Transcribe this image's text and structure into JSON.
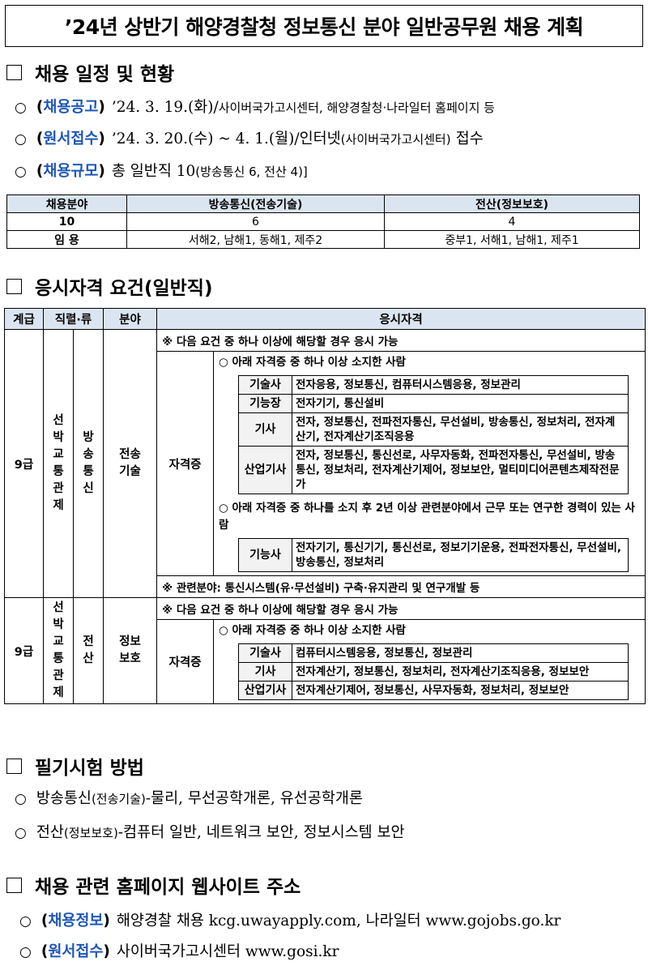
{
  "title": "’24년 상반기 해양경찰청 정보통신 분야 일반공무원 채용 계획",
  "sections": {
    "schedule": "채용 일정 및 현황",
    "qualification": "응시자격 요건(일반직)",
    "exam": "필기시험 방법",
    "websites": "채용 관련 홈페이지 웹사이트 주소"
  },
  "bullet_symbol": "○",
  "schedule_items": [
    {
      "open": "(",
      "tag": "채용공고",
      "close": ")",
      "text": "’24. 3. 19.(화)/",
      "small": "사이버국가고시센터, 해양경찰청·나라일터 홈페이지 등"
    },
    {
      "open": "(",
      "tag": "원서접수",
      "close": ")",
      "text": "’24. 3. 20.(수) ~ 4. 1.(월)/인터넷",
      "small": "(사이버국가고시센터)",
      "tail": "접수"
    },
    {
      "open": "(",
      "tag": "채용규모",
      "close": ")",
      "text": "총 일반직 10",
      "small": "(방송통신 6, 전산 4)]"
    }
  ],
  "table1": {
    "headers": [
      "채용분야",
      "방송통신(전송기술)",
      "전산(정보보호)"
    ],
    "row1": [
      "10",
      "6",
      "4"
    ],
    "row2": [
      "임 용",
      "서해2, 남해1, 동해1, 제주2",
      "중부1, 서해1, 남해1, 제주1"
    ]
  },
  "table2": {
    "headers": [
      "계급",
      "직렬·류",
      "분야",
      "응시자격"
    ],
    "row1": {
      "grade": "9급",
      "series": "선박교통관제",
      "class": "방송통신",
      "field": "전송기술",
      "qual_label": "자격증",
      "note_top": "※ 다음 요건 중 하나 이상에 해당할 경우 응시 가능",
      "cond1": "○ 아래 자격증 중 하나 이상 소지한 사람",
      "certs1": [
        {
          "k": "기술사",
          "v": "전자응용, 정보통신, 컴퓨터시스템응용, 정보관리"
        },
        {
          "k": "기능장",
          "v": "전자기기, 통신설비"
        },
        {
          "k": "기사",
          "v": "전자, 정보통신, 전파전자통신, 무선설비, 방송통신, 정보처리, 전자계산기, 전자계산기조직응용"
        },
        {
          "k": "산업기사",
          "v": "전자, 정보통신, 통신선로, 사무자동화, 전파전자통신, 무선설비, 방송통신, 정보처리, 전자계산기제어, 정보보안, 멀티미디어콘텐츠제작전문가"
        }
      ],
      "cond2": "○ 아래 자격증 중 하나를 소지 후 2년 이상 관련분야에서 근무 또는 연구한 경력이 있는 사람",
      "certs2": [
        {
          "k": "기능사",
          "v": "전자기기, 통신기기, 통신선로, 정보기기운용, 전파전자통신, 무선설비, 방송통신, 정보처리"
        }
      ],
      "note_bottom": "※ 관련분야: 통신시스템(유·무선설비) 구축·유지관리 및 연구개발 등"
    },
    "row2": {
      "grade": "9급",
      "series": "선박교통관제",
      "class": "전산",
      "field": "정보보호",
      "qual_label": "자격증",
      "note_top": "※ 다음 요건 중 하나 이상에 해당할 경우 응시 가능",
      "cond1": "○ 아래 자격증 중 하나 이상 소지한 사람",
      "certs1": [
        {
          "k": "기술사",
          "v": "컴퓨터시스템응용, 정보통신, 정보관리"
        },
        {
          "k": "기사",
          "v": "전자계산기, 정보통신, 정보처리, 전자계산기조직응용, 정보보안"
        },
        {
          "k": "산업기사",
          "v": "전자계산기제어, 정보통신, 사무자동화, 정보처리, 정보보안"
        }
      ]
    }
  },
  "exam_items": [
    {
      "pre": "방송통신",
      "small": "(전송기술)",
      "post": "-물리, 무선공학개론, 유선공학개론"
    },
    {
      "pre": "전산",
      "small": "(정보보호)",
      "post": "-컴퓨터 일반, 네트워크 보안, 정보시스템 보안"
    }
  ],
  "web_items": [
    {
      "open": "(",
      "tag": "채용정보",
      "close": ")",
      "text": "해양경찰 채용 kcg.uwayapply.com, 나라일터 www.gojobs.go.kr"
    },
    {
      "open": "(",
      "tag": "원서접수",
      "close": ")",
      "text": "사이버국가고시센터 www.gosi.kr"
    }
  ],
  "colors": {
    "accent": "#1f57b8",
    "header_bg": "#dbe5f1"
  }
}
